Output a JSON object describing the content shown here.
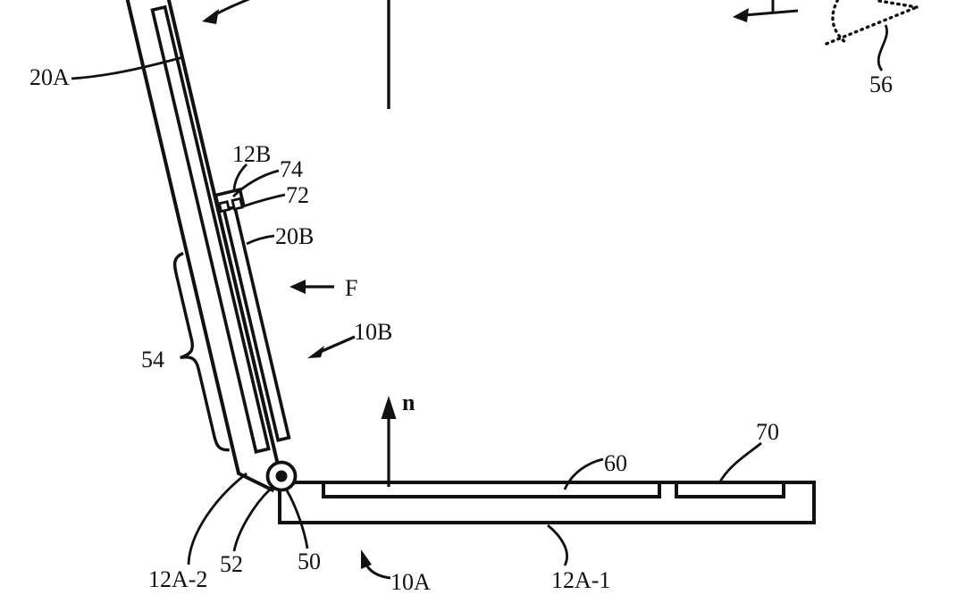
{
  "figure": {
    "kind": "patent line drawing",
    "background": "#ffffff",
    "ink": "#111111",
    "view": "side view of hinged base with tilted lid and attached accessory panel"
  },
  "labels": {
    "ref_20a": "20A",
    "ref_12b": "12B",
    "ref_74": "74",
    "ref_72": "72",
    "ref_20b": "20B",
    "ref_f": "F",
    "ref_10b": "10B",
    "ref_54": "54",
    "ref_n": "n",
    "ref_60": "60",
    "ref_70": "70",
    "ref_12a_2": "12A-2",
    "ref_52": "52",
    "ref_50": "50",
    "ref_10a": "10A",
    "ref_12a_1": "12A-1",
    "ref_56": "56"
  }
}
